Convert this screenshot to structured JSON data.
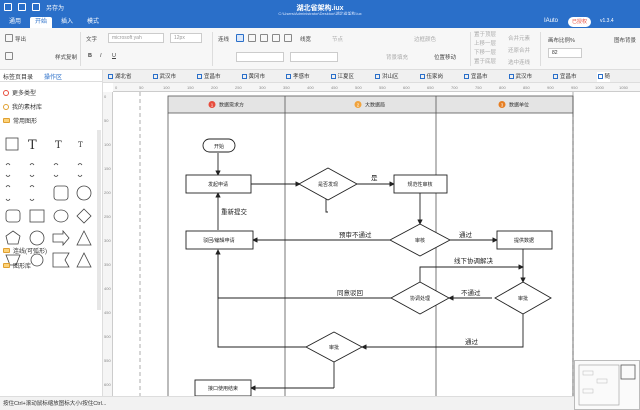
{
  "window": {
    "quick_label": "另存为",
    "title": "湖北省架构.iux",
    "path": "C:\\Users\\Administrator\\Desktop\\湖北省架构.iux"
  },
  "ribbon": {
    "tabs": [
      "通用",
      "开始",
      "插入",
      "模式"
    ],
    "active_tab": 1,
    "iauto": "IAuto",
    "badge": "已授权",
    "version": "v1.3.4"
  },
  "toolbar": {
    "export": "导出",
    "text": "文字",
    "font": "microsoft yah",
    "size": "12px",
    "format_copy": "样式复制",
    "connector": "连线",
    "linewidth": "线宽",
    "node": "节点",
    "border_color": "边框颜色",
    "fill_color": "背景填充",
    "arrange": "位置移动",
    "layer_top": "置于顶层",
    "layer_up": "上移一层",
    "layer_down": "下移一层",
    "layer_bottom": "置于底层",
    "group1": "合并元素",
    "group2": "还原合并",
    "group3": "选中连线",
    "zoom_label": "画布比例%",
    "zoom": "82",
    "bg_label": "图布背景"
  },
  "sidebar": {
    "tabs": [
      "标签页目录",
      "操作区"
    ],
    "active_tab": 1,
    "rows": [
      "更多类型",
      "我的素材库",
      "常用图形"
    ],
    "bottom_rows": [
      "连线(可弧形)",
      "图形库"
    ]
  },
  "doc_tabs": [
    "湖北省",
    "武汉市",
    "宜昌市",
    "黄冈市",
    "孝感市",
    "江夏区",
    "洪山区",
    "伍家岗",
    "宜昌市",
    "武汉市",
    "宜昌市",
    "随"
  ],
  "active_doc_tab": 11,
  "statusbar": "按住Ctrl+滚动鼠标缩放图标大小/按住Ctrl...",
  "chart_data": {
    "type": "flowchart",
    "lanes": [
      {
        "number": "1",
        "title": "数据需求方",
        "color": "#e74c3c"
      },
      {
        "number": "2",
        "title": "大数据局",
        "color": "#f1a33c"
      },
      {
        "number": "3",
        "title": "数据单位",
        "color": "#e67e22"
      }
    ],
    "nodes": [
      {
        "id": "start",
        "shape": "terminal",
        "label": "开始"
      },
      {
        "id": "apply",
        "shape": "process",
        "label": "发起申请"
      },
      {
        "id": "d_public",
        "shape": "decision",
        "label": "是否发现"
      },
      {
        "id": "review",
        "shape": "process",
        "label": "规范性审核"
      },
      {
        "id": "d_review",
        "shape": "decision",
        "label": "审核"
      },
      {
        "id": "revise",
        "shape": "process",
        "label": "驳回/编辑申请"
      },
      {
        "id": "provide",
        "shape": "process",
        "label": "提供数据"
      },
      {
        "id": "coord",
        "shape": "decision",
        "label": "协调处理"
      },
      {
        "id": "d_approve",
        "shape": "decision",
        "label": "审批"
      },
      {
        "id": "d_final",
        "shape": "decision",
        "label": "审批"
      },
      {
        "id": "end",
        "shape": "process",
        "label": "接口使用结束"
      }
    ],
    "edge_labels": [
      "是",
      "重新提交",
      "预审不通过",
      "通过",
      "线下协调解决",
      "同意驳回",
      "不通过",
      "通过"
    ]
  }
}
